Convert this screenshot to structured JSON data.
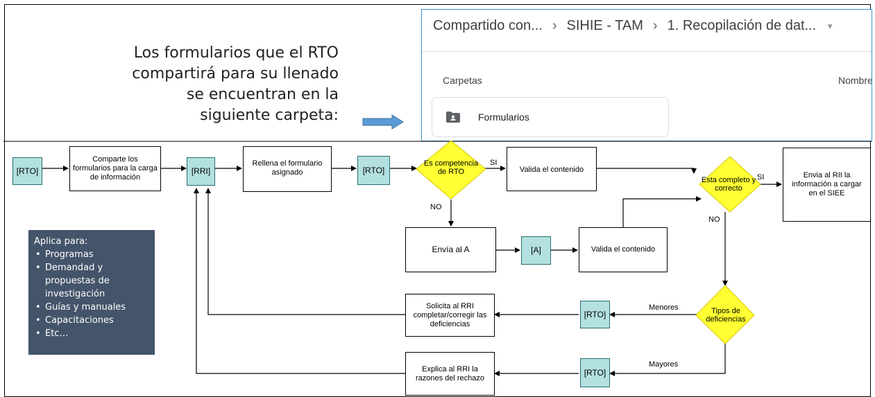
{
  "intro_text": {
    "line1": "Los formularios que el RTO",
    "line2": "compartirá para su llenado",
    "line3": "se encuentran en la",
    "line4": "siguiente carpeta:"
  },
  "drive": {
    "breadcrumbs": [
      "Compartido con...",
      "SIHIE - TAM",
      "1. Recopilación de dat..."
    ],
    "folders_label": "Carpetas",
    "name_column": "Nombre",
    "folder_name": "Formularios"
  },
  "flow": {
    "tag_rto_1": "[RTO]",
    "share_forms": "Comparte los formularios para la carga de información",
    "tag_rri": "[RRI]",
    "fill_form": "Rellena el formulario asignado",
    "tag_rto_2": "[RTO]",
    "decision_competencia": "Es competencia de RTO",
    "label_si_1": "SI",
    "validate_1": "Valida el contenido",
    "decision_completo": "Esta completo y correcto",
    "label_si_2": "SI",
    "send_rii": "Envia al RII la información a cargar en el SIEE",
    "label_no_1": "NO",
    "send_a": "Envía al A",
    "tag_a": "[A]",
    "validate_2": "Valida el contenido",
    "label_no_2": "NO",
    "decision_tipos": "Tipos de deficiencias",
    "label_menores": "Menores",
    "tag_rto_3": "[RTO]",
    "request_rri": "Solicita al RRI completar/corregir las deficiencias",
    "label_mayores": "Mayores",
    "tag_rto_4": "[RTO]",
    "explain_rri": "Explica al RRI la razones del rechazo"
  },
  "aplica": {
    "title": "Aplica para:",
    "items": [
      "Programas",
      "Demandad y propuestas de investigación",
      "Guías y manuales",
      "Capacitaciones",
      "Etc…"
    ]
  },
  "colors": {
    "tag_fill": "#b3e0e0",
    "decision_fill": "#ffff33",
    "aplica_fill": "#44546a",
    "arrow_fill": "#5b9bd5"
  }
}
